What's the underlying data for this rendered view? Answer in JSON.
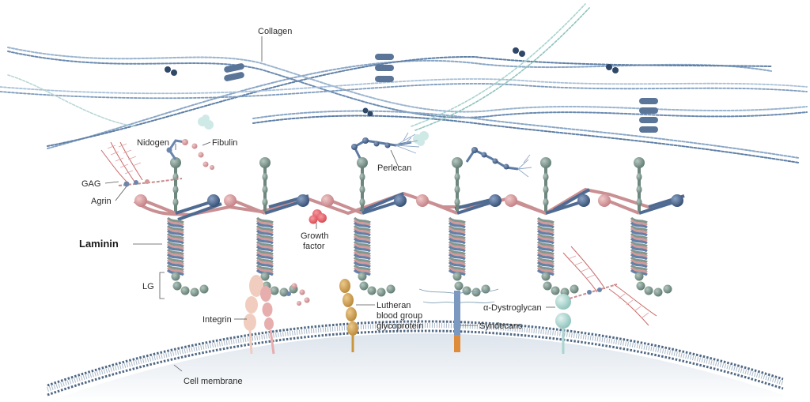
{
  "labels": {
    "collagen": "Collagen",
    "nidogen": "Nidogen",
    "fibulin": "Fibulin",
    "perlecan": "Perlecan",
    "gag": "GAG",
    "agrin": "Agrin",
    "laminin": "Laminin",
    "growth_factor_line1": "Growth",
    "growth_factor_line2": "factor",
    "lg": "LG",
    "integrin": "Integrin",
    "lutheran_line1": "Lutheran",
    "lutheran_line2": "blood group",
    "lutheran_line3": "glycoprotein",
    "syndecans": "Syndecans",
    "dystroglycan": "α-Dystroglycan",
    "cell_membrane": "Cell membrane"
  },
  "colors": {
    "collagen": "#7e9bbd",
    "laminin_green": "#7f978f",
    "laminin_pink": "#d39a9a",
    "laminin_blue": "#6380a8",
    "node_dark": "#46607e",
    "membrane": "#4f6783",
    "integrin": "#efc3b4",
    "lutheran": "#d4a760",
    "dystroglycan": "#a9d6cf",
    "growth_factor": "#e8616b",
    "gag": "#c96a6a"
  }
}
